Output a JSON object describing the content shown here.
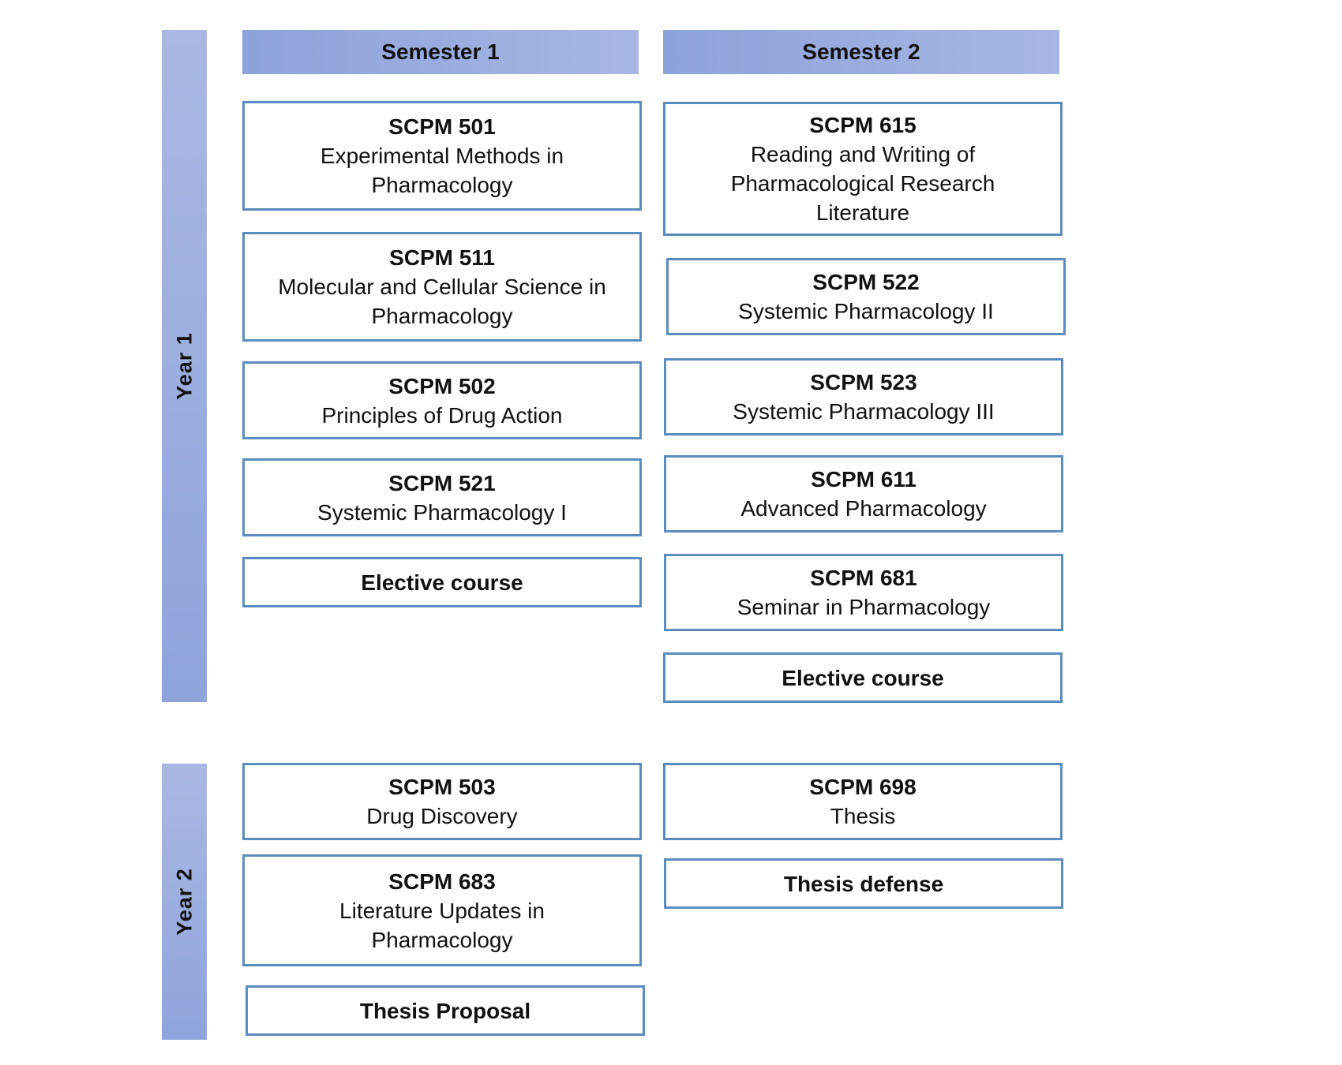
{
  "years": [
    {
      "label": "Year 1"
    },
    {
      "label": "Year 2"
    }
  ],
  "semesters": [
    {
      "label": "Semester 1"
    },
    {
      "label": "Semester 2"
    }
  ],
  "year1": {
    "semester1": [
      {
        "code": "SCPM 501",
        "title": "Experimental Methods in Pharmacology"
      },
      {
        "code": "SCPM 511",
        "title": "Molecular and Cellular Science in Pharmacology"
      },
      {
        "code": "SCPM 502",
        "title": "Principles of Drug Action"
      },
      {
        "code": "SCPM 521",
        "title": "Systemic Pharmacology I"
      },
      {
        "code": "Elective course",
        "title": ""
      }
    ],
    "semester2": [
      {
        "code": "SCPM 615",
        "title": "Reading and Writing of Pharmacological Research Literature"
      },
      {
        "code": "SCPM 522",
        "title": "Systemic Pharmacology II"
      },
      {
        "code": "SCPM 523",
        "title": "Systemic Pharmacology III"
      },
      {
        "code": "SCPM 611",
        "title": "Advanced Pharmacology"
      },
      {
        "code": "SCPM 681",
        "title": "Seminar in Pharmacology"
      },
      {
        "code": "Elective course",
        "title": ""
      }
    ]
  },
  "year2": {
    "semester1": [
      {
        "code": "SCPM 503",
        "title": "Drug Discovery"
      },
      {
        "code": "SCPM 683",
        "title": "Literature Updates in Pharmacology"
      },
      {
        "code": "Thesis Proposal",
        "title": ""
      }
    ],
    "semester2": [
      {
        "code": "SCPM 698",
        "title": "Thesis"
      },
      {
        "code": "Thesis defense",
        "title": ""
      }
    ]
  }
}
